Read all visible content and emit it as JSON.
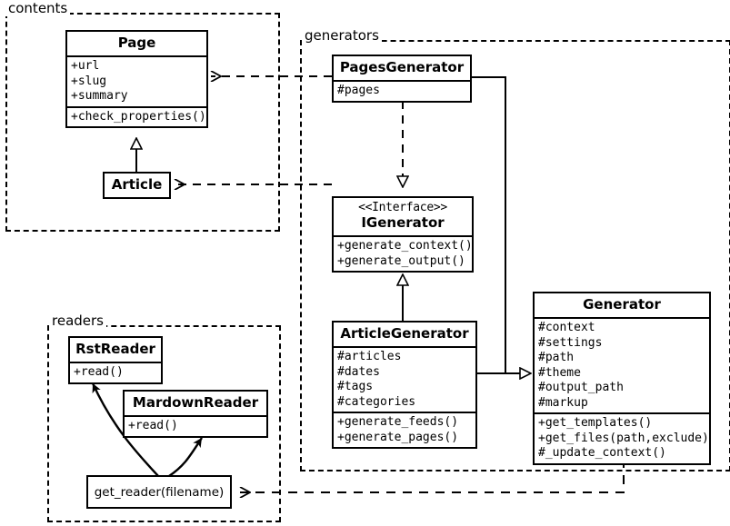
{
  "diagram": {
    "type": "uml-class-diagram",
    "packages": [
      {
        "id": "contents",
        "label": "contents"
      },
      {
        "id": "generators",
        "label": "generators"
      },
      {
        "id": "readers",
        "label": "readers"
      }
    ],
    "classes": [
      {
        "id": "page",
        "name": "Page",
        "package": "contents",
        "attributes": [
          "+url",
          "+slug",
          "+summary"
        ],
        "methods": [
          "+check_properties()"
        ]
      },
      {
        "id": "article",
        "name": "Article",
        "package": "contents",
        "attributes": [],
        "methods": []
      },
      {
        "id": "pagesgenerator",
        "name": "PagesGenerator",
        "package": "generators",
        "attributes": [
          "#pages"
        ],
        "methods": []
      },
      {
        "id": "igenerator",
        "name": "IGenerator",
        "stereotype": "<<Interface>>",
        "package": "generators",
        "attributes": [],
        "methods": [
          "+generate_context()",
          "+generate_output()"
        ]
      },
      {
        "id": "articlegenerator",
        "name": "ArticleGenerator",
        "package": "generators",
        "attributes": [
          "#articles",
          "#dates",
          "#tags",
          "#categories"
        ],
        "methods": [
          "+generate_feeds()",
          "+generate_pages()"
        ]
      },
      {
        "id": "generator",
        "name": "Generator",
        "package": "generators",
        "attributes": [
          "#context",
          "#settings",
          "#path",
          "#theme",
          "#output_path",
          "#markup"
        ],
        "methods": [
          "+get_templates()",
          "+get_files(path,exclude)",
          "#_update_context()"
        ]
      },
      {
        "id": "rstreader",
        "name": "RstReader",
        "package": "readers",
        "attributes": [],
        "methods": [
          "+read()"
        ]
      },
      {
        "id": "mardownreader",
        "name": "MardownReader",
        "package": "readers",
        "attributes": [],
        "methods": [
          "+read()"
        ]
      }
    ],
    "functions": [
      {
        "id": "get_reader",
        "label": "get_reader(filename)",
        "package": "readers"
      }
    ],
    "relations": [
      {
        "from": "article",
        "to": "page",
        "type": "generalization"
      },
      {
        "from": "pagesgenerator",
        "to": "igenerator",
        "type": "realization"
      },
      {
        "from": "articlegenerator",
        "to": "igenerator",
        "type": "generalization"
      },
      {
        "from": "pagesgenerator",
        "to": "generator",
        "type": "generalization"
      },
      {
        "from": "articlegenerator",
        "to": "generator",
        "type": "generalization"
      },
      {
        "from": "pagesgenerator",
        "to": "page",
        "type": "dependency"
      },
      {
        "from": "articlegenerator",
        "to": "article",
        "type": "dependency"
      },
      {
        "from": "generator",
        "to": "get_reader",
        "type": "dependency"
      }
    ],
    "colors": {
      "stroke": "#000000",
      "background": "#ffffff"
    }
  }
}
